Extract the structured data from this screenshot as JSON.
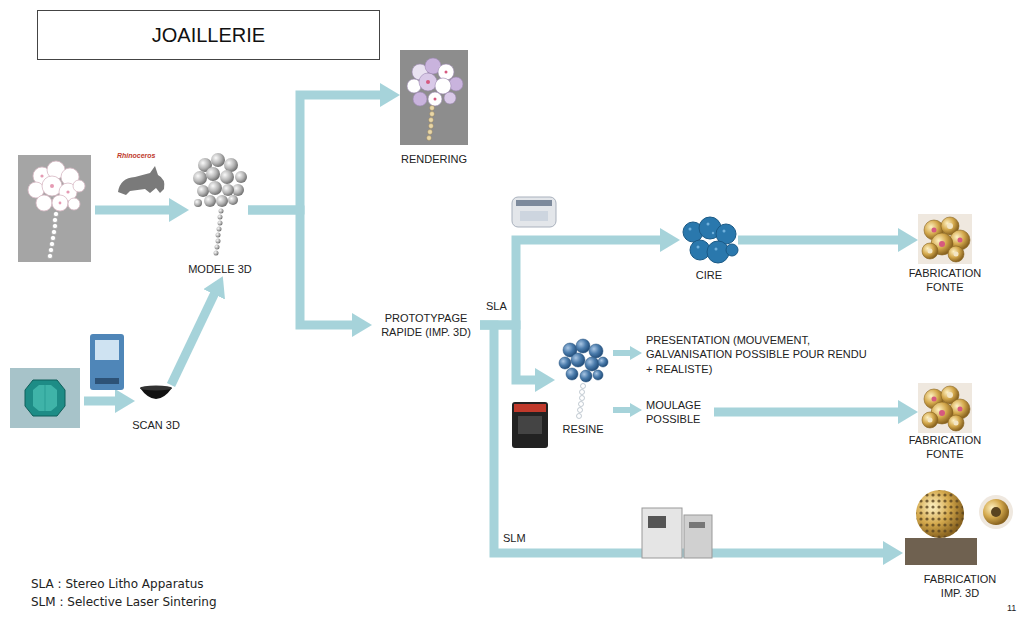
{
  "diagram": {
    "title": "JOAILLERIE",
    "nodes": [
      {
        "text": [
          "MODELE 3D"
        ]
      },
      {
        "text": [
          "RENDERING"
        ]
      },
      {
        "text": [
          "SCAN 3D"
        ]
      },
      {
        "text": [
          "PROTOTYPAGE RAPIDE (IMP. 3D)"
        ]
      },
      {
        "text": [
          "CIRE"
        ]
      },
      {
        "text": [
          "FABRICATION FONTE"
        ]
      },
      {
        "text": [
          "RESINE"
        ]
      },
      {
        "text": [
          "PRESENTATION (MOUVEMENT, GALVANISATION POSSIBLE POUR RENDU + REALISTE)"
        ]
      },
      {
        "text": [
          "MOULAGE POSSIBLE"
        ]
      },
      {
        "text": [
          "FABRICATION FONTE"
        ]
      },
      {
        "text": [
          "FABRICATION IMP. 3D"
        ]
      }
    ],
    "edges": [
      {
        "from": 0,
        "to": 1,
        "arrow": "to"
      },
      {
        "from": 0,
        "to": 3,
        "arrow": "to"
      },
      {
        "from": 2,
        "to": 0,
        "arrow": "to"
      },
      {
        "from": 3,
        "to": 4,
        "arrow": "to"
      },
      {
        "from": 3,
        "to": 6,
        "arrow": "to"
      },
      {
        "from": 3,
        "to": 10,
        "arrow": "to"
      },
      {
        "from": 4,
        "to": 5,
        "arrow": "to"
      },
      {
        "from": 6,
        "to": 7,
        "arrow": "to"
      },
      {
        "from": 6,
        "to": 8,
        "arrow": "to"
      },
      {
        "from": 8,
        "to": 9,
        "arrow": "to"
      }
    ],
    "labels": [
      "Rhinoceros",
      "SLA",
      "SLM",
      "SLA : Stereo Litho Apparatus",
      "SLM : Selective Laser Sintering",
      "11"
    ]
  }
}
